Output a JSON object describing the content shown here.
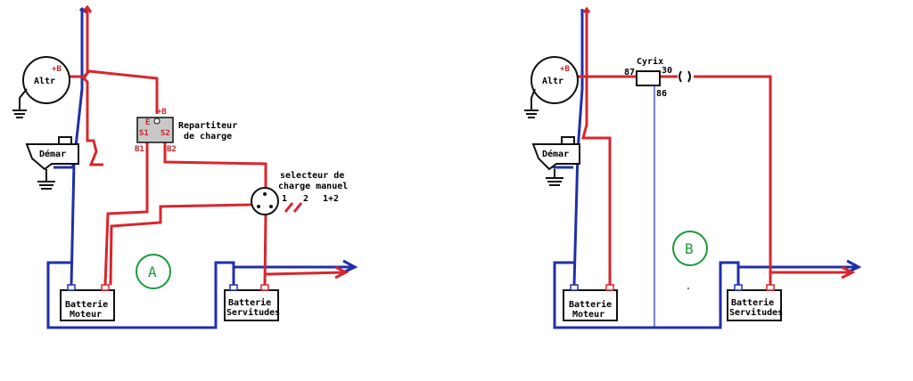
{
  "diagram_a": {
    "circuit_label": "A",
    "alternator": "Altr",
    "alternator_terminal": "+B",
    "starter": "Démar",
    "splitter": {
      "title_line1": "Repartiteur",
      "title_line2": "de charge",
      "terminal_plus": "+B",
      "terminal_e": "E",
      "terminal_s1": "S1",
      "terminal_s2": "S2",
      "terminal_b1": "B1",
      "terminal_b2": "B2"
    },
    "selector": {
      "title_line1": "selecteur de",
      "title_line2": "charge manuel",
      "option1": "1",
      "option2": "2",
      "option3": "1+2"
    },
    "battery_engine_line1": "Batterie",
    "battery_engine_line2": "Moteur",
    "battery_service_line1": "Batterie",
    "battery_service_line2": "Servitudes"
  },
  "diagram_b": {
    "circuit_label": "B",
    "alternator": "Altr",
    "alternator_terminal": "+B",
    "starter": "Démar",
    "relay": {
      "name": "Cyrix",
      "pin_87": "87",
      "pin_30": "30",
      "pin_86": "86"
    },
    "battery_engine_line1": "Batterie",
    "battery_engine_line2": "Moteur",
    "battery_service_line1": "Batterie",
    "battery_service_line2": "Servitudes"
  },
  "colors": {
    "positive_wire": "#d7262d",
    "negative_wire": "#1f2fa8",
    "label_green": "#1a9a3a"
  }
}
